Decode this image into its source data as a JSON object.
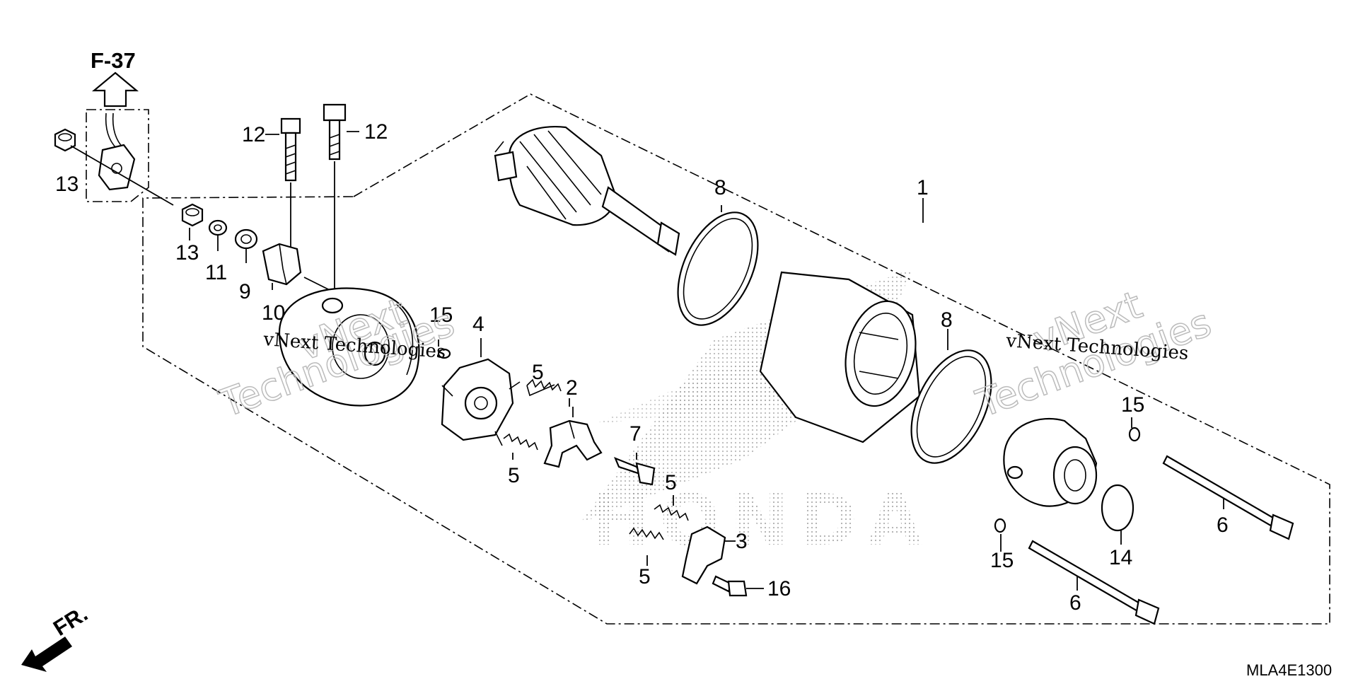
{
  "diagram": {
    "ref_page": "F-37",
    "direction_label": "FR.",
    "diagram_code": "MLA4E1300",
    "watermarks": [
      "vNext Technologies",
      "vNext Technologies"
    ],
    "watermark_outline": [
      "vNext",
      "Technologies",
      "vNext",
      "Technologies"
    ],
    "brand_mark": "HONDA",
    "callouts": {
      "c1": "1",
      "c2": "2",
      "c3": "3",
      "c4": "4",
      "c5a": "5",
      "c5b": "5",
      "c5c": "5",
      "c5d": "5",
      "c6a": "6",
      "c6b": "6",
      "c7": "7",
      "c8a": "8",
      "c8b": "8",
      "c9": "9",
      "c10": "10",
      "c11": "11",
      "c12a": "12",
      "c12b": "12",
      "c13a": "13",
      "c13b": "13",
      "c14": "14",
      "c15a": "15",
      "c15b": "15",
      "c15c": "15",
      "c16": "16"
    }
  }
}
